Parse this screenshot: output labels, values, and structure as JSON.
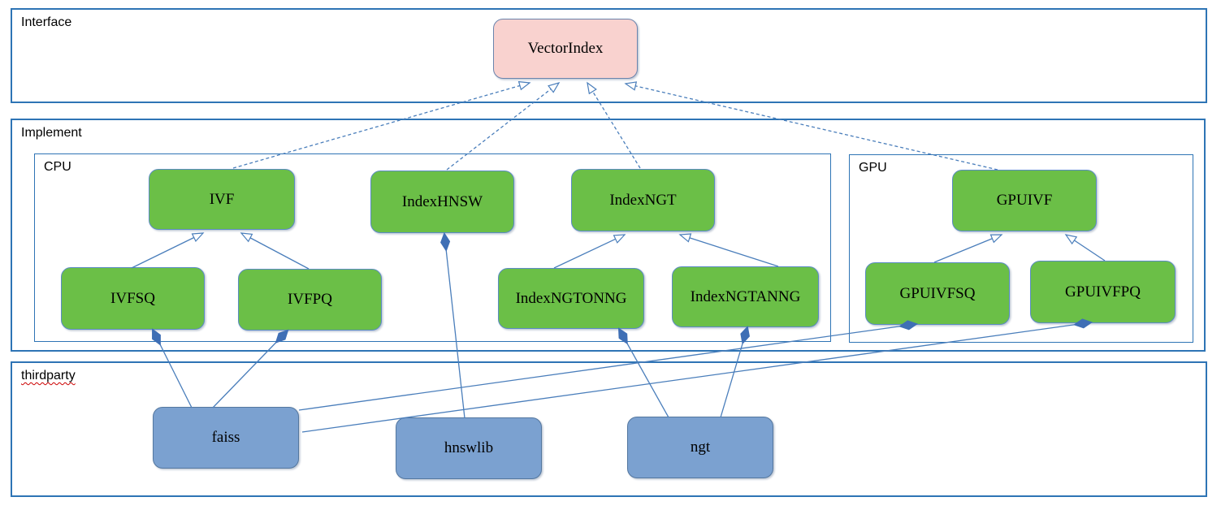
{
  "sections": {
    "interface": {
      "label": "Interface"
    },
    "implement": {
      "label": "Implement"
    },
    "cpu": {
      "label": "CPU"
    },
    "gpu": {
      "label": "GPU"
    },
    "thirdparty": {
      "label": "thirdparty"
    }
  },
  "nodes": {
    "vectorindex": {
      "label": "VectorIndex",
      "section": "interface",
      "kind": "interface"
    },
    "ivf": {
      "label": "IVF",
      "section": "cpu",
      "kind": "class"
    },
    "indexhnsw": {
      "label": "IndexHNSW",
      "section": "cpu",
      "kind": "class"
    },
    "indexngt": {
      "label": "IndexNGT",
      "section": "cpu",
      "kind": "class"
    },
    "ivfsq": {
      "label": "IVFSQ",
      "section": "cpu",
      "kind": "class"
    },
    "ivfpq": {
      "label": "IVFPQ",
      "section": "cpu",
      "kind": "class"
    },
    "indexngtonng": {
      "label": "IndexNGTONNG",
      "section": "cpu",
      "kind": "class"
    },
    "indexngtanng": {
      "label": "IndexNGTANNG",
      "section": "cpu",
      "kind": "class"
    },
    "gpuivf": {
      "label": "GPUIVF",
      "section": "gpu",
      "kind": "class"
    },
    "gpuivfsq": {
      "label": "GPUIVFSQ",
      "section": "gpu",
      "kind": "class"
    },
    "gpuivfpq": {
      "label": "GPUIVFPQ",
      "section": "gpu",
      "kind": "class"
    },
    "faiss": {
      "label": "faiss",
      "section": "thirdparty",
      "kind": "library"
    },
    "hnswlib": {
      "label": "hnswlib",
      "section": "thirdparty",
      "kind": "library"
    },
    "ngt": {
      "label": "ngt",
      "section": "thirdparty",
      "kind": "library"
    }
  },
  "edges": [
    {
      "from": "IVF",
      "to": "VectorIndex",
      "type": "realization"
    },
    {
      "from": "IndexHNSW",
      "to": "VectorIndex",
      "type": "realization"
    },
    {
      "from": "IndexNGT",
      "to": "VectorIndex",
      "type": "realization"
    },
    {
      "from": "GPUIVF",
      "to": "VectorIndex",
      "type": "realization"
    },
    {
      "from": "IVFSQ",
      "to": "IVF",
      "type": "generalization"
    },
    {
      "from": "IVFPQ",
      "to": "IVF",
      "type": "generalization"
    },
    {
      "from": "IndexNGTONNG",
      "to": "IndexNGT",
      "type": "generalization"
    },
    {
      "from": "IndexNGTANNG",
      "to": "IndexNGT",
      "type": "generalization"
    },
    {
      "from": "GPUIVFSQ",
      "to": "GPUIVF",
      "type": "generalization"
    },
    {
      "from": "GPUIVFPQ",
      "to": "GPUIVF",
      "type": "generalization"
    },
    {
      "from": "IVFSQ",
      "to": "faiss",
      "type": "composition"
    },
    {
      "from": "IVFPQ",
      "to": "faiss",
      "type": "composition"
    },
    {
      "from": "IndexHNSW",
      "to": "hnswlib",
      "type": "composition"
    },
    {
      "from": "IndexNGTONNG",
      "to": "ngt",
      "type": "composition"
    },
    {
      "from": "IndexNGTANNG",
      "to": "ngt",
      "type": "composition"
    },
    {
      "from": "GPUIVFSQ",
      "to": "faiss",
      "type": "composition"
    },
    {
      "from": "GPUIVFPQ",
      "to": "faiss",
      "type": "composition"
    }
  ],
  "colors": {
    "interface_node_fill": "#f9d2cf",
    "implement_node_fill": "#6bbf47",
    "thirdparty_node_fill": "#7ba1d0",
    "connector": "#4a7ebb",
    "container_border": "#2e74b5",
    "spellcheck_underline": "#cc0000"
  }
}
